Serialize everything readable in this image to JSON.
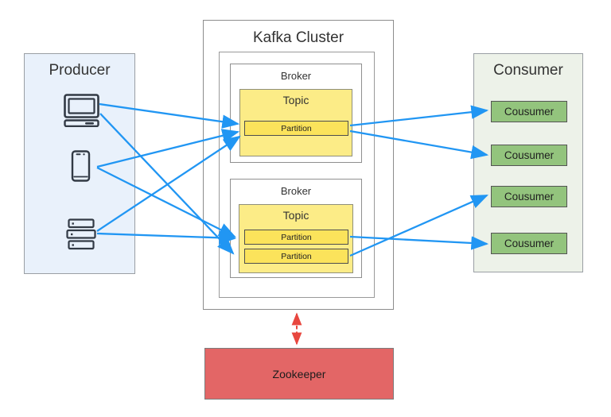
{
  "producer": {
    "title": "Producer"
  },
  "kafka_cluster": {
    "title": "Kafka Cluster",
    "brokers": [
      {
        "label": "Broker",
        "topic": {
          "label": "Topic",
          "partitions": [
            "Partition"
          ]
        }
      },
      {
        "label": "Broker",
        "topic": {
          "label": "Topic",
          "partitions": [
            "Partition",
            "Partition"
          ]
        }
      }
    ]
  },
  "consumer": {
    "title": "Consumer",
    "items": [
      "Cousumer",
      "Cousumer",
      "Cousumer",
      "Cousumer"
    ]
  },
  "zookeeper": {
    "label": "Zookeeper"
  },
  "colors": {
    "arrow_blue": "#2196f3",
    "zookeeper_link_red": "#e8473f",
    "producer_bg": "#e9f1fb",
    "consumer_bg": "#edf2e9",
    "topic_bg": "#fcec87",
    "partition_bg": "#fbe35b",
    "consumer_item_bg": "#93c47d",
    "zookeeper_bg": "#e36666"
  }
}
